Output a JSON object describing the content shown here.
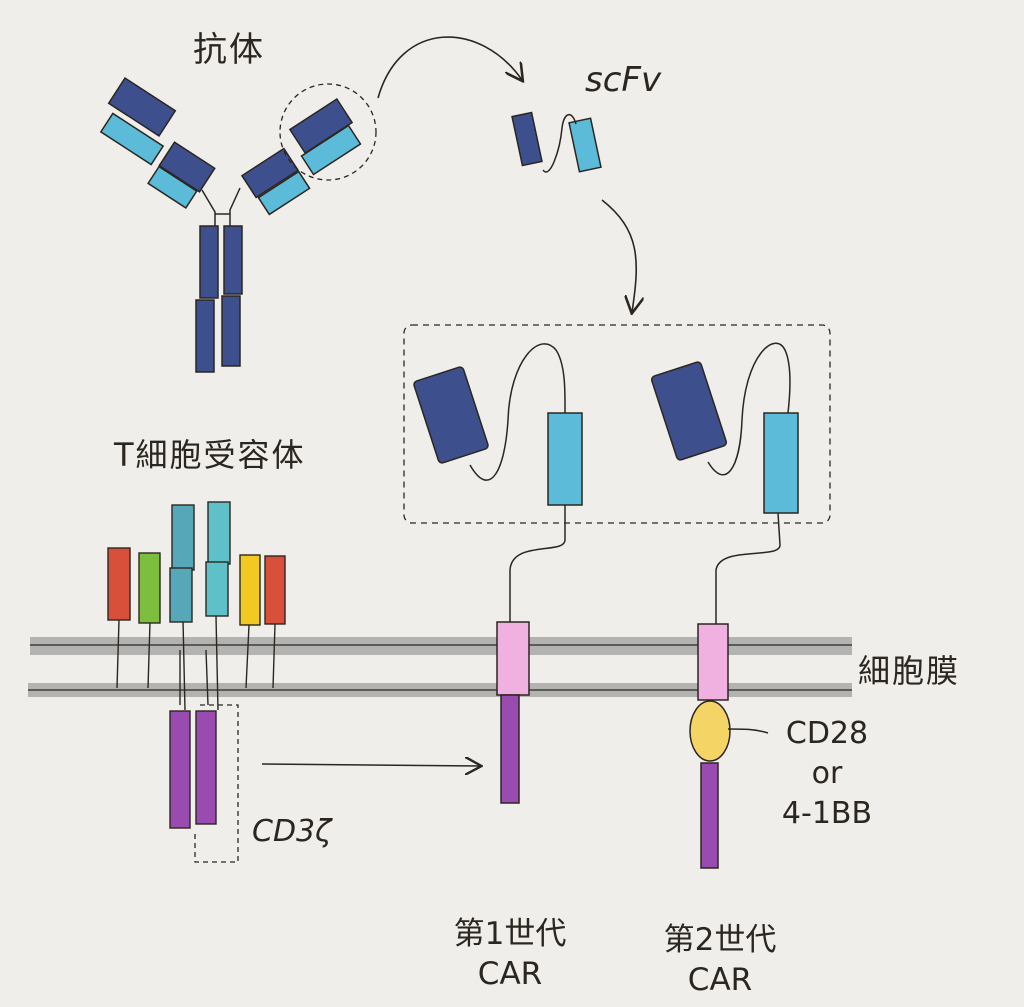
{
  "labels": {
    "antibody": "抗体",
    "scfv": "scFv",
    "tcr": "T細胞受容体",
    "membrane": "細胞膜",
    "cd3z": "CD3ζ",
    "costim_line1": "CD28",
    "costim_line2": "or",
    "costim_line3": "4-1BB",
    "gen1_line1": "第1世代",
    "gen1_line2": "CAR",
    "gen2_line1": "第2世代",
    "gen2_line2": "CAR"
  },
  "colors": {
    "background": "#f0eeea",
    "heavy_chain": "#3d4f8c",
    "light_chain": "#5bbbd8",
    "transmembrane": "#f0b0e0",
    "signaling": "#9a4bb0",
    "costim": "#f5d466",
    "membrane": "#a8a8a8",
    "tcr_alpha": "#56a8b8",
    "tcr_beta": "#5ec0c8",
    "cd3_red": "#d8503a",
    "cd3_green": "#7ebe3e",
    "cd3_yellow": "#f2c822",
    "outline": "#2b2620"
  }
}
